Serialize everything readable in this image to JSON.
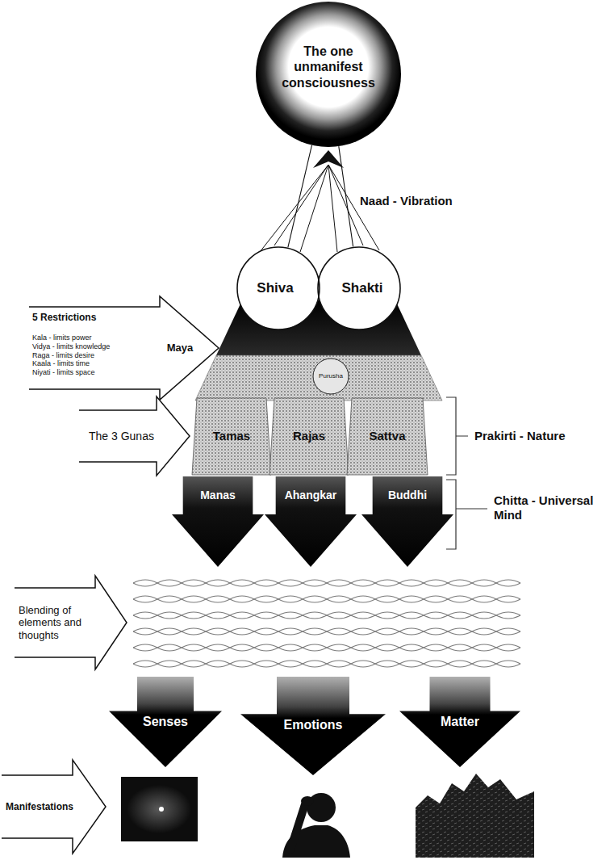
{
  "diagram": {
    "nodes": [
      {
        "text": [
          "The one unmanifest consciousness"
        ]
      },
      {
        "text": [
          "Shiva"
        ]
      },
      {
        "text": [
          "Shakti"
        ]
      },
      {
        "text": [
          "5 Restrictions",
          "Kala - limits power",
          "Vidya - limits knowledge",
          "Raga - limits desire",
          "Kaala - limits time",
          "Niyati - limits space",
          "Maya"
        ]
      },
      {
        "text": [
          "Purusha"
        ]
      },
      {
        "text": [
          "The 3 Gunas"
        ]
      },
      {
        "text": [
          "Tamas"
        ]
      },
      {
        "text": [
          "Rajas"
        ]
      },
      {
        "text": [
          "Sattva"
        ]
      },
      {
        "text": [
          "Manas"
        ]
      },
      {
        "text": [
          "Ahangkar"
        ]
      },
      {
        "text": [
          "Buddhi"
        ]
      },
      {
        "text": [
          "Blending of elements and thoughts"
        ]
      },
      {
        "text": [
          "Senses"
        ]
      },
      {
        "text": [
          "Emotions"
        ]
      },
      {
        "text": [
          "Matter"
        ]
      },
      {
        "text": [
          "Manifestations"
        ]
      }
    ],
    "edges": [
      {
        "from": 0,
        "to": 1,
        "arrow": "none"
      },
      {
        "from": 0,
        "to": 2,
        "arrow": "none"
      }
    ],
    "labels": [
      "Naad - Vibration",
      "Prakirti - Nature",
      "Chitta - Universal Mind"
    ]
  }
}
